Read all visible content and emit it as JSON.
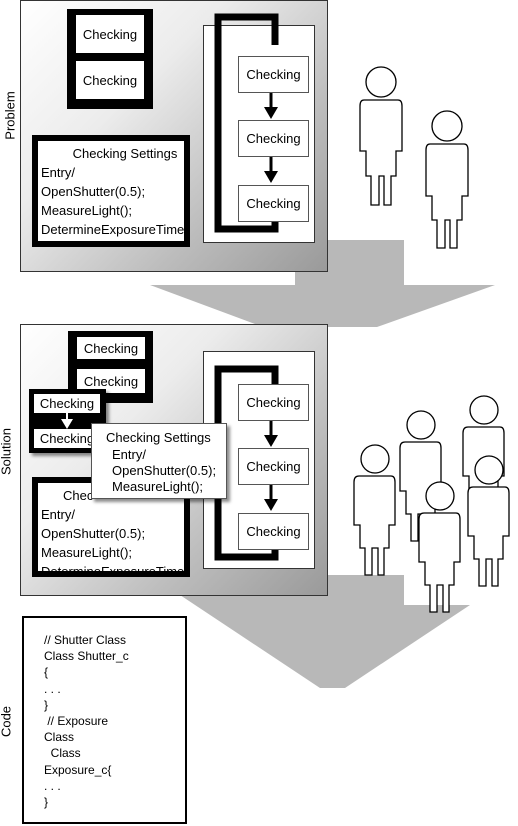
{
  "sections": {
    "problem": "Problem",
    "solution": "Solution",
    "code": "Code"
  },
  "problem": {
    "state_top": "Checking",
    "state_bottom": "Checking",
    "flow": [
      "Checking",
      "Checking",
      "Checking"
    ],
    "settings": {
      "title": "Checking Settings",
      "lines": [
        "Entry/",
        "OpenShutter(0.5);",
        "MeasureLight();",
        "DetermineExposureTime("
      ]
    }
  },
  "solution": {
    "state_top": "Checking",
    "state_bottom": "Checking",
    "small_top": "Checking",
    "small_bottom": "Checking",
    "flow": [
      "Checking",
      "Checking",
      "Checking"
    ],
    "popup": {
      "title": "Checking Settings",
      "lines": [
        "Entry/",
        "OpenShutter(0.5);",
        "MeasureLight();"
      ]
    },
    "settings": {
      "title_partial": "Chec",
      "lines": [
        "Entry/",
        "OpenShutter(0.5);",
        "MeasureLight();",
        "DetermineExposureTime("
      ]
    }
  },
  "code": {
    "lines": [
      "// Shutter Class",
      "Class Shutter_c",
      "{",
      ". . .",
      "}",
      " // Exposure",
      "Class",
      "  Class",
      "Exposure_c{",
      ". . .",
      "}"
    ]
  },
  "colors": {
    "arrow": "#b5b5b5",
    "panel_dark": "#9a9a9a",
    "person_stroke": "#000000"
  }
}
